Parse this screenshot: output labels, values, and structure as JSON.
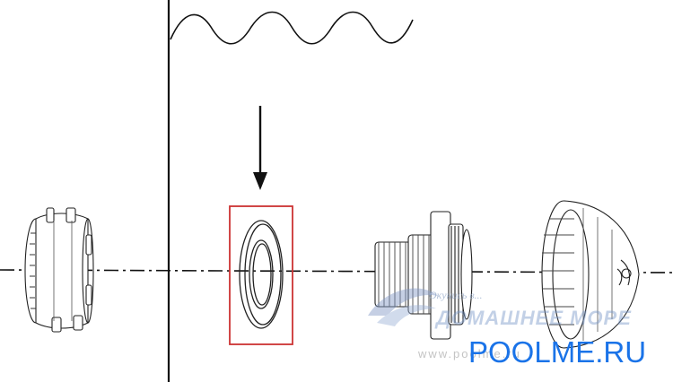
{
  "watermark": {
    "tagline": "Окунись в...",
    "name": "ДОМАШНЕЕ МОРЕ",
    "url": "www.poolme.ru"
  },
  "brand": {
    "label": "POOLME.RU",
    "color": "#1a73e8"
  },
  "colors": {
    "line": "#111111",
    "highlight": "#cc3333",
    "watermark": "#7f97c4"
  },
  "icons": [
    "down-arrow-icon",
    "wave-icon",
    "wave-logo-icon"
  ]
}
